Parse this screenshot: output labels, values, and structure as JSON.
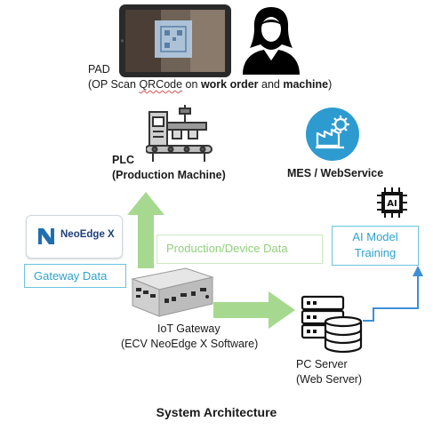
{
  "pad": {
    "title": "PAD",
    "desc_pre": "(OP Scan ",
    "desc_qr": "QRCode",
    "desc_mid1": " on ",
    "desc_wo": "work order",
    "desc_mid2": " and ",
    "desc_machine": "machine",
    "desc_post": ")"
  },
  "plc": {
    "line1": "PLC",
    "line2": "(Production Machine)"
  },
  "mes": {
    "label": "MES / WebService"
  },
  "ai_chip": {
    "text": "AI"
  },
  "neoedge_logo": {
    "text": "NeoEdge X"
  },
  "gateway_data": {
    "label": "Gateway Data"
  },
  "production_data": {
    "label": "Production/Device Data"
  },
  "ai_model": {
    "line1": "AI Model",
    "line2": "Training"
  },
  "iot_gateway": {
    "line1": "IoT Gateway",
    "line2": "(ECV NeoEdge X Software)"
  },
  "pc_server": {
    "line1": "PC Server",
    "line2": "(Web Server)"
  },
  "caption": {
    "text": "System Architecture"
  },
  "colors": {
    "green_arrow": "#a6d98f",
    "blue_line": "#3d8fd6",
    "mes_icon": "#2e9bd0",
    "box_border": "#6cc3df"
  }
}
